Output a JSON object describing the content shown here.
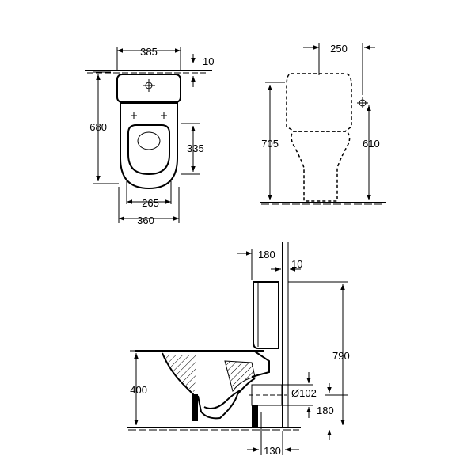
{
  "dimensions": {
    "top_width": "385",
    "top_offset": "10",
    "top_depth": "680",
    "seat_depth": "335",
    "seat_inner_width": "265",
    "bowl_width": "360",
    "tank_width": "250",
    "front_height": "705",
    "inlet_height": "610",
    "side_tank_depth": "180",
    "side_offset": "10",
    "total_height": "790",
    "rim_height": "400",
    "outlet_diameter": "Ø102",
    "outlet_height": "180",
    "outlet_offset": "130"
  }
}
